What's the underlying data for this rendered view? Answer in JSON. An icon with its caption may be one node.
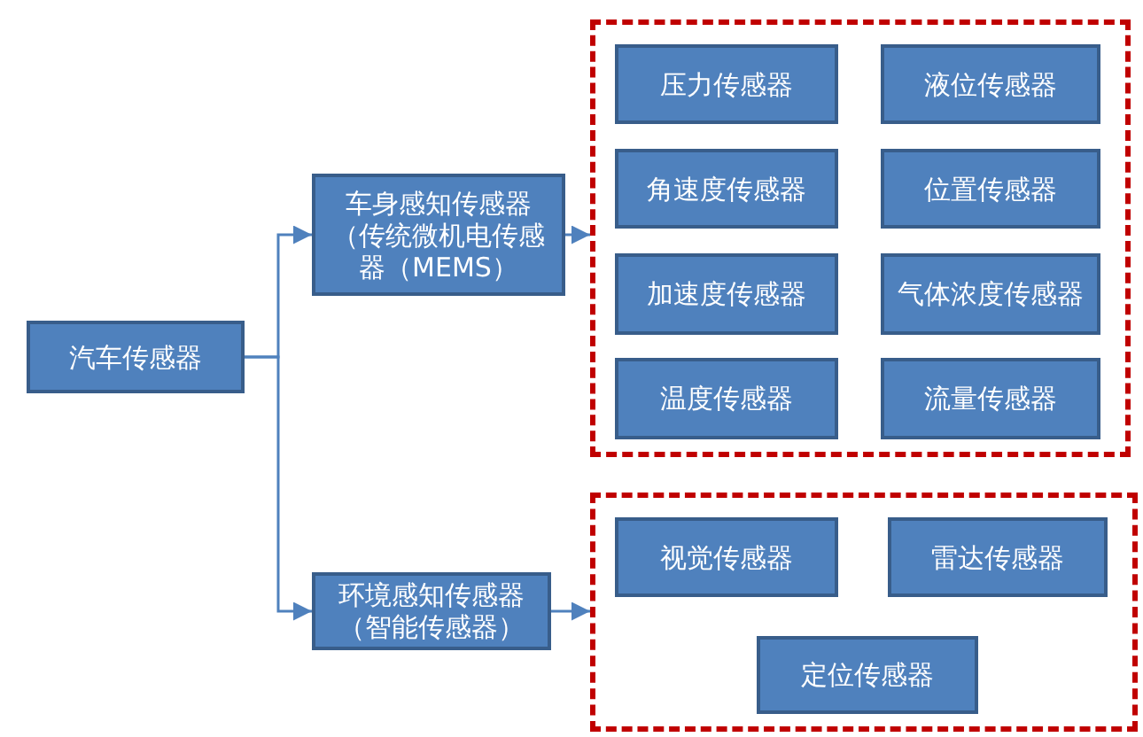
{
  "diagram": {
    "nodes": [
      {
        "text": [
          "汽车传感器"
        ]
      },
      {
        "text": [
          "车身感知传感器（传统微机电传感器（MEMS）"
        ]
      },
      {
        "text": [
          "环境感知传感器（智能传感器）"
        ]
      },
      {
        "text": [],
        "shape": "box"
      },
      {
        "text": [
          "压力传感器"
        ],
        "in": 3
      },
      {
        "text": [
          "液位传感器"
        ],
        "in": 3
      },
      {
        "text": [
          "角速度传感器"
        ],
        "in": 3
      },
      {
        "text": [
          "位置传感器"
        ],
        "in": 3
      },
      {
        "text": [
          "加速度传感器"
        ],
        "in": 3
      },
      {
        "text": [
          "气体浓度传感器"
        ],
        "in": 3
      },
      {
        "text": [
          "温度传感器"
        ],
        "in": 3
      },
      {
        "text": [
          "流量传感器"
        ],
        "in": 3
      },
      {
        "text": [],
        "shape": "box"
      },
      {
        "text": [
          "视觉传感器"
        ],
        "in": 12
      },
      {
        "text": [
          "雷达传感器"
        ],
        "in": 12
      },
      {
        "text": [
          "定位传感器"
        ],
        "in": 12
      }
    ],
    "edges": [
      {
        "from": 0,
        "to": 1,
        "arrow": "to"
      },
      {
        "from": 0,
        "to": 2,
        "arrow": "to"
      },
      {
        "from": 1,
        "to": 3,
        "arrow": "to"
      },
      {
        "from": 2,
        "to": 12,
        "arrow": "to"
      }
    ]
  }
}
